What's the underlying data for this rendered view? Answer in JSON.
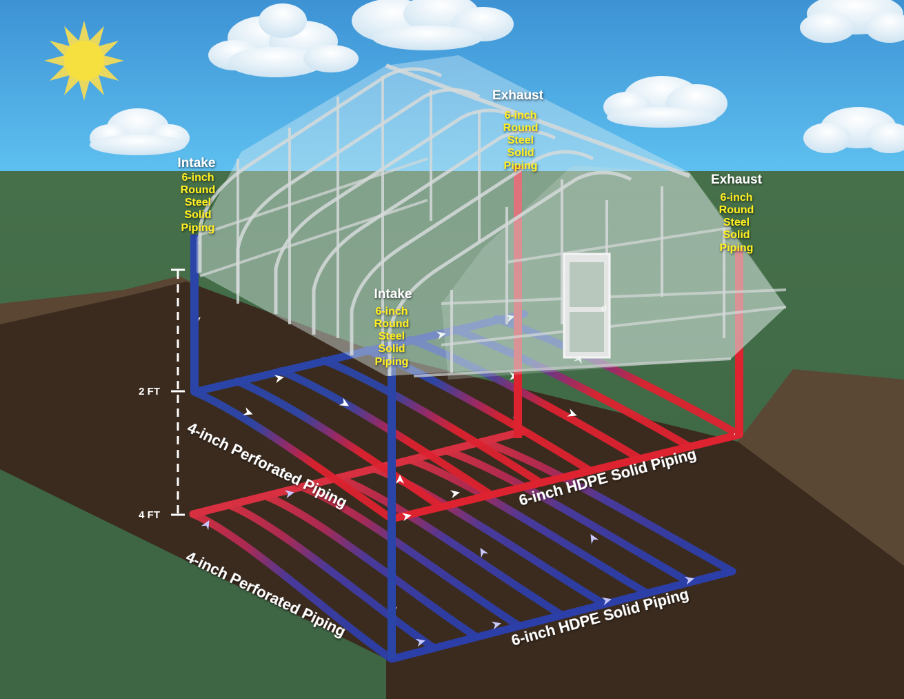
{
  "title": "Greenhouse ground-to-air heat transfer piping system",
  "colors": {
    "sky_top": "#3f98d8",
    "sky_bottom": "#5dbbee",
    "grass": "#3e6645",
    "soil_dark": "#3a2a1e",
    "soil_light": "#5a4632",
    "cold_pipe": "#2a44a8",
    "warm_pipe": "#dd2230",
    "label_yellow": "#ffee22",
    "label_white": "#ffffff",
    "frame": "#d4d8d8"
  },
  "callouts": [
    {
      "id": "intake-left",
      "heading": "Intake",
      "lines": [
        "6-inch",
        "Round",
        "Steel",
        "Solid",
        "Piping"
      ]
    },
    {
      "id": "exhaust-center",
      "heading": "Exhaust",
      "lines": [
        "6-inch",
        "Round",
        "Steel",
        "Solid",
        "Piping"
      ]
    },
    {
      "id": "exhaust-right",
      "heading": "Exhaust",
      "lines": [
        "6-inch",
        "Round",
        "Steel",
        "Solid",
        "Piping"
      ]
    },
    {
      "id": "intake-center",
      "heading": "Intake",
      "lines": [
        "6-inch",
        "Round",
        "Steel",
        "Solid",
        "Piping"
      ]
    }
  ],
  "depth_scale": {
    "ticks": [
      {
        "label": "2 FT",
        "depth_ft": 2
      },
      {
        "label": "4 FT",
        "depth_ft": 4
      }
    ]
  },
  "pipe_labels": {
    "upper_perforated": "4-inch Perforated Piping",
    "upper_solid": "6-inch HDPE Solid Piping",
    "lower_perforated": "4-inch Perforated Piping",
    "lower_solid": "6-inch HDPE Solid Piping"
  },
  "layers": [
    {
      "name": "upper",
      "depth_ft": 2,
      "perforated_runs": 8
    },
    {
      "name": "lower",
      "depth_ft": 4,
      "perforated_runs": 9
    }
  ]
}
